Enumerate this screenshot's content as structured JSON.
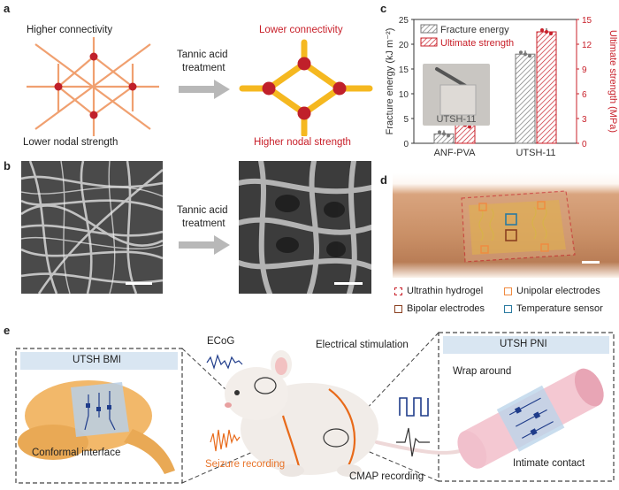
{
  "panels": {
    "a": "a",
    "b": "b",
    "c": "c",
    "d": "d",
    "e": "e"
  },
  "panel_a": {
    "left_top": "Higher connectivity",
    "left_bottom": "Lower nodal strength",
    "arrow_line1": "Tannic acid",
    "arrow_line2": "treatment",
    "right_top": "Lower connectivity",
    "right_bottom": "Higher nodal strength",
    "colors": {
      "fiber": "#f0a070",
      "node": "#c0202a",
      "thick_fiber": "#f5b820"
    }
  },
  "panel_b": {
    "arrow_line1": "Tannic acid",
    "arrow_line2": "treatment"
  },
  "chart_data": {
    "type": "bar",
    "categories": [
      "ANF-PVA",
      "UTSH-11"
    ],
    "series": [
      {
        "name": "Fracture energy",
        "values": [
          1.9,
          18.0
        ],
        "axis": "left",
        "color": "#777777"
      },
      {
        "name": "Ultimate strength",
        "values": [
          2.2,
          13.5
        ],
        "axis": "right",
        "color": "#c8202a"
      }
    ],
    "ylabel_left": "Fracture energy (kJ m⁻²)",
    "ylabel_right": "Ultimate strength (MPa)",
    "ylim_left": [
      0,
      25
    ],
    "ylim_right": [
      0,
      15
    ],
    "yticks_left": [
      0,
      5,
      10,
      15,
      20,
      25
    ],
    "yticks_right": [
      0,
      3,
      6,
      9,
      12,
      15
    ],
    "legend_position": "top-left",
    "inset_label": "UTSH-11"
  },
  "panel_d": {
    "legend": [
      {
        "label": "Ultrathin hydrogel",
        "color": "#c8202a",
        "style": "dashed"
      },
      {
        "label": "Unipolar electrodes",
        "color": "#f08a40",
        "style": "solid"
      },
      {
        "label": "Bipolar electrodes",
        "color": "#8a4020",
        "style": "solid"
      },
      {
        "label": "Temperature sensor",
        "color": "#2a7aa0",
        "style": "solid"
      }
    ]
  },
  "panel_e": {
    "left_box_title": "UTSH BMI",
    "left_box_caption": "Conformal interface",
    "ecog": "ECoG",
    "electrical_stimulation": "Electrical stimulation",
    "seizure_recording": "Seizure recording",
    "cmap_recording": "CMAP recording",
    "right_box_title": "UTSH PNI",
    "wrap_around": "Wrap around",
    "intimate_contact": "Intimate contact"
  }
}
